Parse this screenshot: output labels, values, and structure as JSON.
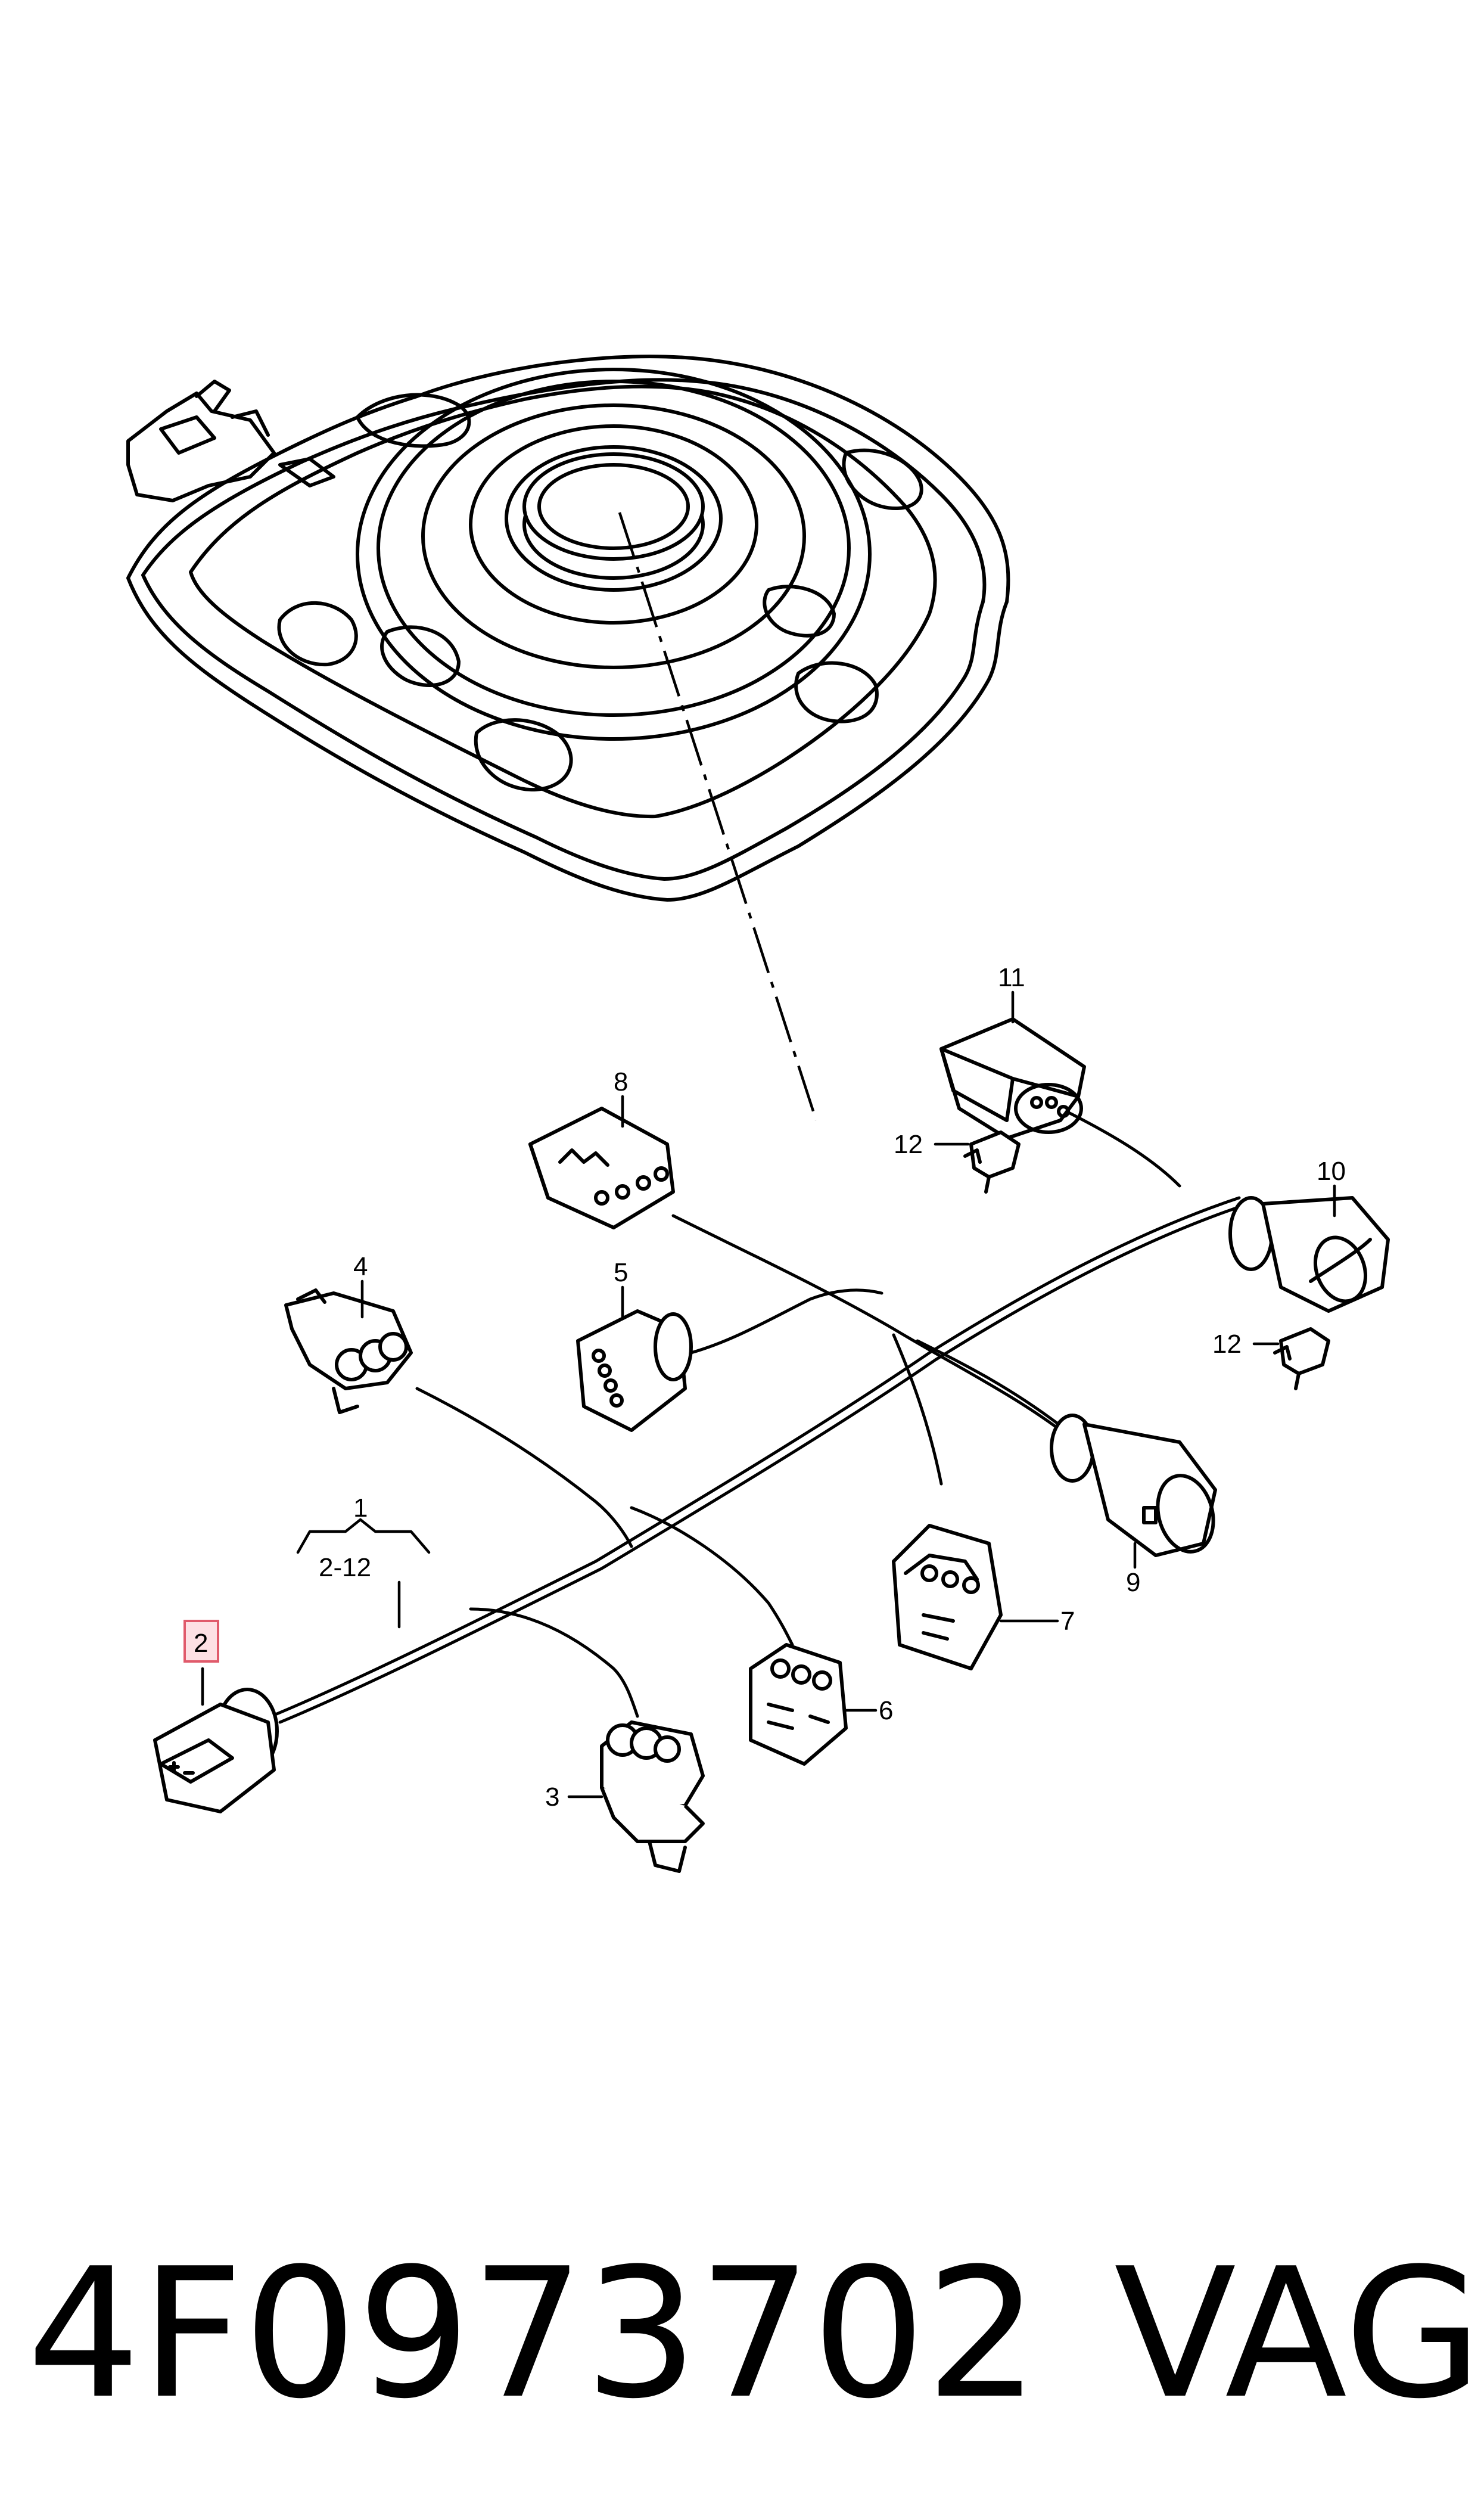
{
  "callouts": {
    "c1": "1",
    "c1_range": "2-12",
    "c2": "2",
    "c3": "3",
    "c4": "4",
    "c5": "5",
    "c6": "6",
    "c7": "7",
    "c8": "8",
    "c9": "9",
    "c10": "10",
    "c11": "11",
    "c12a": "12",
    "c12b": "12"
  },
  "part_number": "4F0973702",
  "brand": "VAG",
  "colors": {
    "highlight_fill": "#fde0e4",
    "highlight_stroke": "#e05a6b"
  }
}
